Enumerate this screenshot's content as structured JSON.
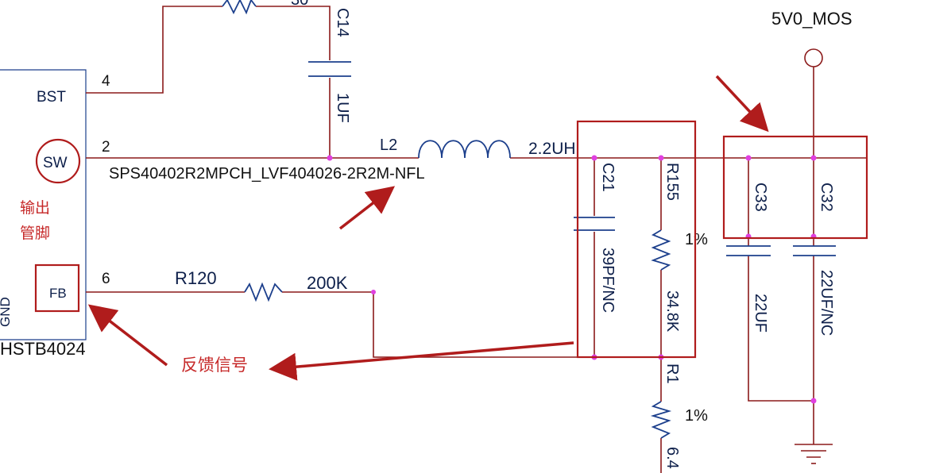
{
  "ic": {
    "pin_bst": "BST",
    "pin_sw": "SW",
    "pin_fb": "FB",
    "pin_gnd": "GND",
    "output_label_line1": "输出",
    "output_label_line2": "管脚",
    "part_number": "HSTB4024"
  },
  "pin_numbers": {
    "bst": "4",
    "sw": "2",
    "fb": "6"
  },
  "c14": {
    "ref": "C14",
    "value": "1UF"
  },
  "top_resistor_value_partial": "30",
  "l2": {
    "ref": "L2",
    "value": "2.2UH",
    "part": "SPS40402R2MPCH_LVF404026-2R2M-NFL"
  },
  "r120": {
    "ref": "R120",
    "value": "200K"
  },
  "c21": {
    "ref": "C21",
    "value": "39PF/NC"
  },
  "r155": {
    "ref": "R155",
    "value": "34.8K",
    "tolerance": "1%"
  },
  "r1": {
    "ref": "R1",
    "value_partial": "6.4",
    "tolerance": "1%"
  },
  "c33": {
    "ref": "C33",
    "value": "22UF"
  },
  "c32": {
    "ref": "C32",
    "value": "22UF/NC"
  },
  "net": {
    "output": "5V0_MOS"
  },
  "annotation": {
    "feedback": "反馈信号"
  },
  "colors": {
    "wire": "#8b1a1a",
    "component": "#1c3f8c",
    "highlight": "#b01c1c",
    "junction": "#e040e0"
  }
}
